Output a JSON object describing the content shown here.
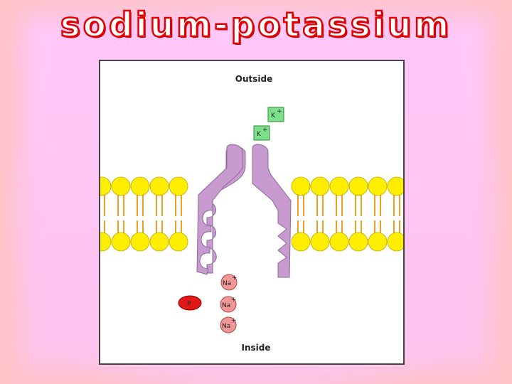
{
  "slide": {
    "title": "sodium-potassium pump"
  },
  "diagram": {
    "outside_label": "Outside",
    "inside_label": "Inside",
    "potassium_ions": [
      {
        "label": "K",
        "charge": "+"
      },
      {
        "label": "K",
        "charge": "+"
      }
    ],
    "sodium_ions": [
      {
        "label": "Na",
        "charge": "+"
      },
      {
        "label": "Na",
        "charge": "+"
      },
      {
        "label": "Na",
        "charge": "+"
      }
    ],
    "phosphate": {
      "label": "P"
    },
    "colors": {
      "membrane_head": "#ffee00",
      "membrane_tail": "#f0a020",
      "pump_protein": "#c89bd0",
      "potassium": "#7ee08a",
      "sodium": "#f09898",
      "phosphate": "#e01818",
      "title_outline": "#e00000"
    }
  }
}
